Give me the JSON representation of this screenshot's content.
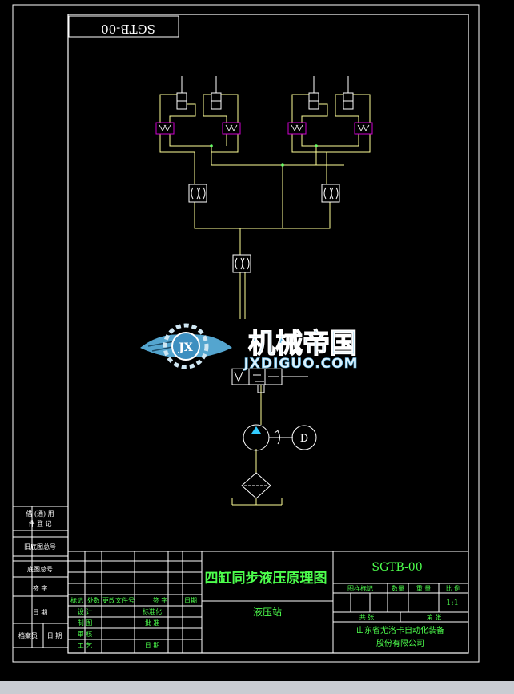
{
  "drawing": {
    "number_rotated": "SGTB-00",
    "title": "四缸同步液压原理图",
    "subtitle": "液压站",
    "number": "SGTB-00",
    "scale": "1:1",
    "company_line1": "山东省尤洛卡自动化装备",
    "company_line2": "股份有限公司"
  },
  "left_strip": {
    "r1a": "借 (通) 用",
    "r1b": "件 登 记",
    "r2": "旧底图总号",
    "r3": "底图总号",
    "r4": "签   字",
    "r5": "日   期",
    "r6a": "档案员",
    "r6b": "日 期"
  },
  "sign_table": {
    "h1": "标记",
    "h2": "处数",
    "h3": "更改文件号",
    "h4": "签 字",
    "h5": "日期",
    "row1_a": "设   计",
    "row1_b": "标准化",
    "row2_a": "制   图",
    "row2_b": "批   准",
    "row3_a": "审   核",
    "row4_a": "工   艺",
    "row4_b": "日   期"
  },
  "title_block": {
    "h_stage": "图样标记",
    "h_qty": "数量",
    "h_weight": "重 量",
    "h_scale": "比 例",
    "sheet_total": "共     张",
    "sheet_no": "第     张"
  },
  "watermark": {
    "brand": "机械帝国",
    "site": "JXDIGUO.COM",
    "emblem": "JX"
  },
  "motor_label": "D",
  "colors": {
    "background": "#000000",
    "frame": "#ffffff",
    "circuit": "#ffff99",
    "text_green": "#4dff4d",
    "component_magenta": "#d100d1",
    "node_green": "#66ff66",
    "pump_cyan": "#33ccff",
    "watermark_blue": "#5db7e6"
  }
}
